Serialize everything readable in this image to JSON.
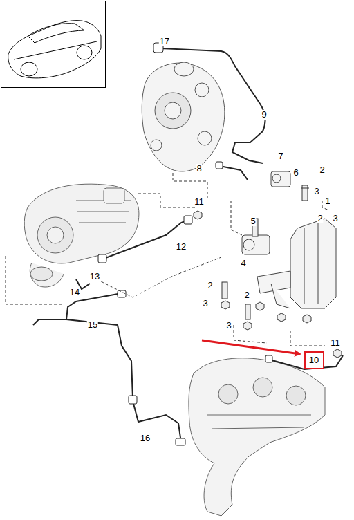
{
  "diagram": {
    "nodes": [
      {
        "text": [
          "10"
        ]
      }
    ],
    "labels": [
      "17",
      "9",
      "7",
      "8",
      "6",
      "2",
      "3",
      "1",
      "11",
      "5",
      "2",
      "3",
      "12",
      "4",
      "13",
      "14",
      "2",
      "3",
      "2",
      "3",
      "15",
      "11",
      "16"
    ]
  }
}
